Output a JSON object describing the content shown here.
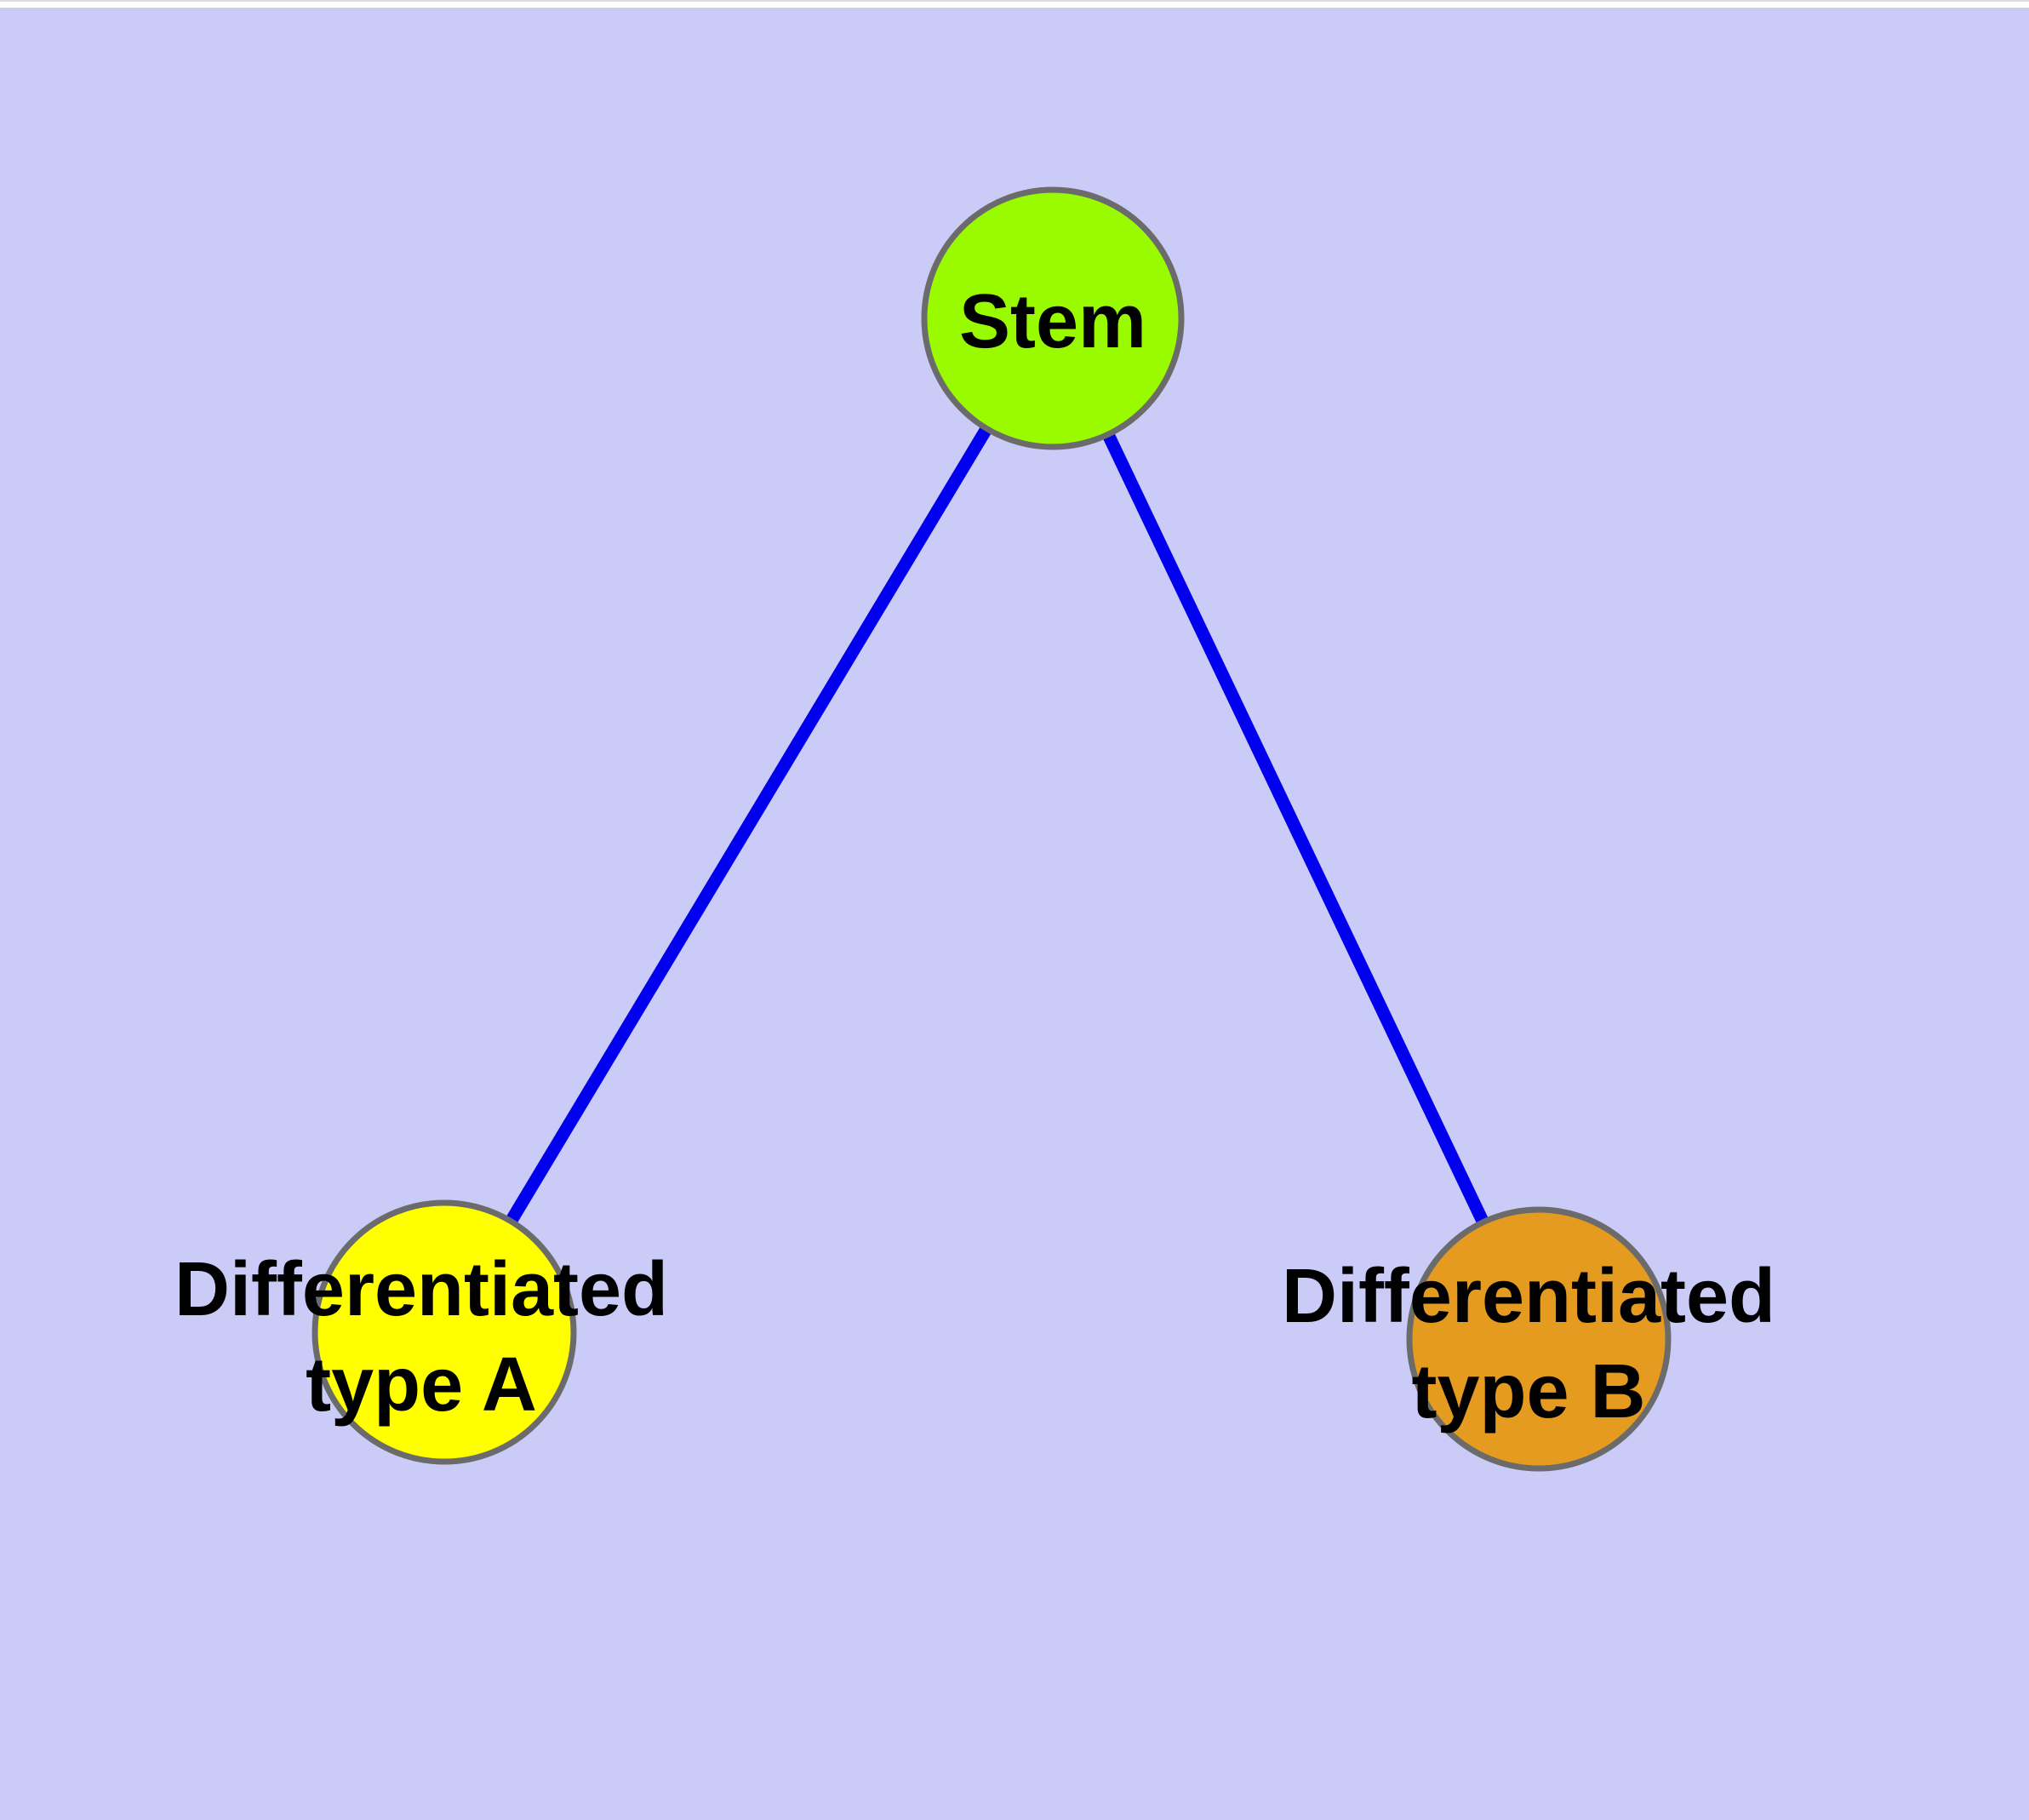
{
  "diagram": {
    "background_color": "#CBCBF8",
    "top_strip_color": "#FFFFFF",
    "edge_color": "#0000EE",
    "node_border_color": "#6B6B6B",
    "label_color": "#000000",
    "nodes": [
      {
        "id": "stem",
        "lines": [
          "Stem"
        ],
        "color": "#9AFA00"
      },
      {
        "id": "differentiated-type-a",
        "lines": [
          "Differentiated",
          "type A"
        ],
        "color": "#FFFF00"
      },
      {
        "id": "differentiated-type-b",
        "lines": [
          "Differentiated",
          "type B"
        ],
        "color": "#E59A20"
      }
    ],
    "edges": [
      {
        "from": "Stem",
        "to": "Differentiated type A"
      },
      {
        "from": "Stem",
        "to": "Differentiated type B"
      }
    ]
  }
}
